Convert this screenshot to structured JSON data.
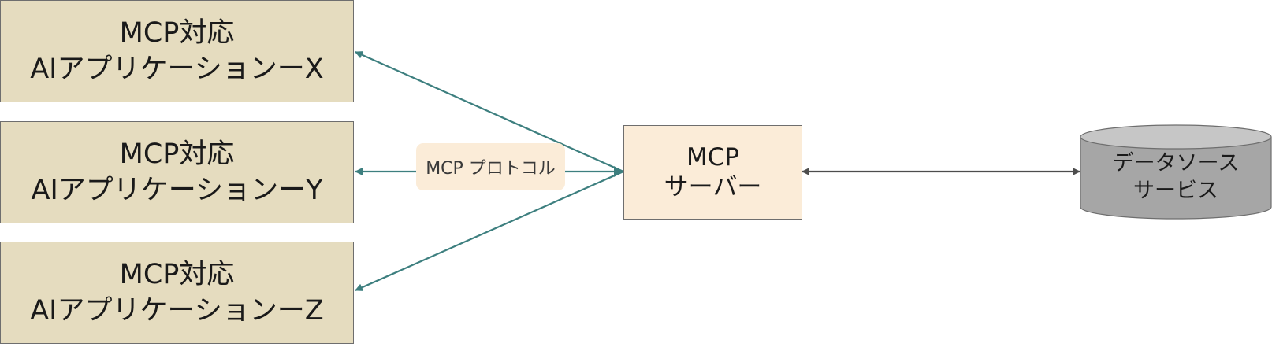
{
  "clients": [
    {
      "line1": "MCP対応",
      "line2": "AIアプリケーションーX"
    },
    {
      "line1": "MCP対応",
      "line2": "AIアプリケーションーY"
    },
    {
      "line1": "MCP対応",
      "line2": "AIアプリケーションーZ"
    }
  ],
  "protocol_label": "MCP プロトコル",
  "server": {
    "line1": "MCP",
    "line2": "サーバー"
  },
  "datasource": {
    "line1": "データソース",
    "line2": "サービス"
  },
  "colors": {
    "client_fill": "#e5dcbf",
    "server_fill": "#fbecd8",
    "protocol_arrow": "#3d7f7f",
    "datasource_arrow": "#4d4d4d",
    "cylinder_fill": "#a6a6a6",
    "cylinder_top": "#c6c6c6"
  }
}
